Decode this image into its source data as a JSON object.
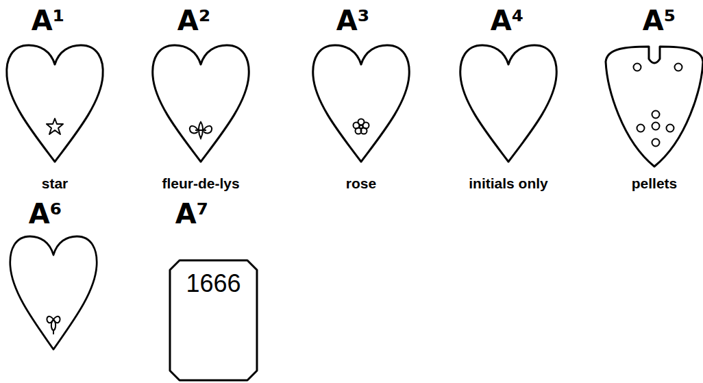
{
  "diagram": {
    "nodes": [
      {
        "text": [
          "A⁷",
          "1666"
        ]
      }
    ],
    "labels": [
      "A¹",
      "A²",
      "A³",
      "A⁴",
      "A⁵",
      "star",
      "fleur-de-lys",
      "rose",
      "initials only",
      "pellets",
      "A⁶"
    ]
  }
}
